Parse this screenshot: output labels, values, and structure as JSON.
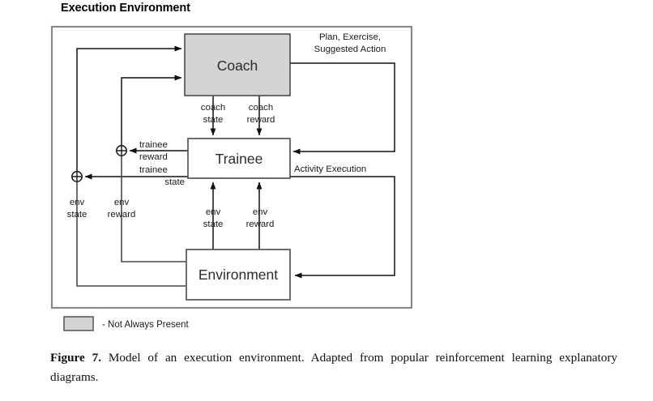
{
  "figure": {
    "title": "Execution Environment",
    "caption_label": "Figure 7.",
    "caption_text": "Model of an execution environment. Adapted from popular reinforcement learning explanatory diagrams."
  },
  "nodes": {
    "coach": {
      "label": "Coach",
      "shaded": true
    },
    "trainee": {
      "label": "Trainee",
      "shaded": false
    },
    "environment": {
      "label": "Environment",
      "shaded": false
    }
  },
  "edge_labels": {
    "plan_line1": "Plan, Exercise,",
    "plan_line2": "Suggested Action",
    "coach_state_l1": "coach",
    "coach_state_l2": "state",
    "coach_reward_l1": "coach",
    "coach_reward_l2": "reward",
    "trainee_reward_l1": "trainee",
    "trainee_reward_l2": "reward",
    "trainee_state_l1": "trainee",
    "trainee_state_l2": "state",
    "env_state_junction_l1": "env",
    "env_state_junction_l2": "state",
    "env_reward_junction_l1": "env",
    "env_reward_junction_l2": "reward",
    "env_state_up_l1": "env",
    "env_state_up_l2": "state",
    "env_reward_up_l1": "env",
    "env_reward_up_l2": "reward",
    "activity_execution": "Activity Execution"
  },
  "legend": {
    "swatch_color": "#d4d4d4",
    "text": "- Not Always Present"
  },
  "colors": {
    "shaded_fill": "#d4d4d4",
    "box_stroke": "#555555",
    "wire": "#4a4a4a",
    "frame": "#888888",
    "text": "#1a1a1a"
  }
}
